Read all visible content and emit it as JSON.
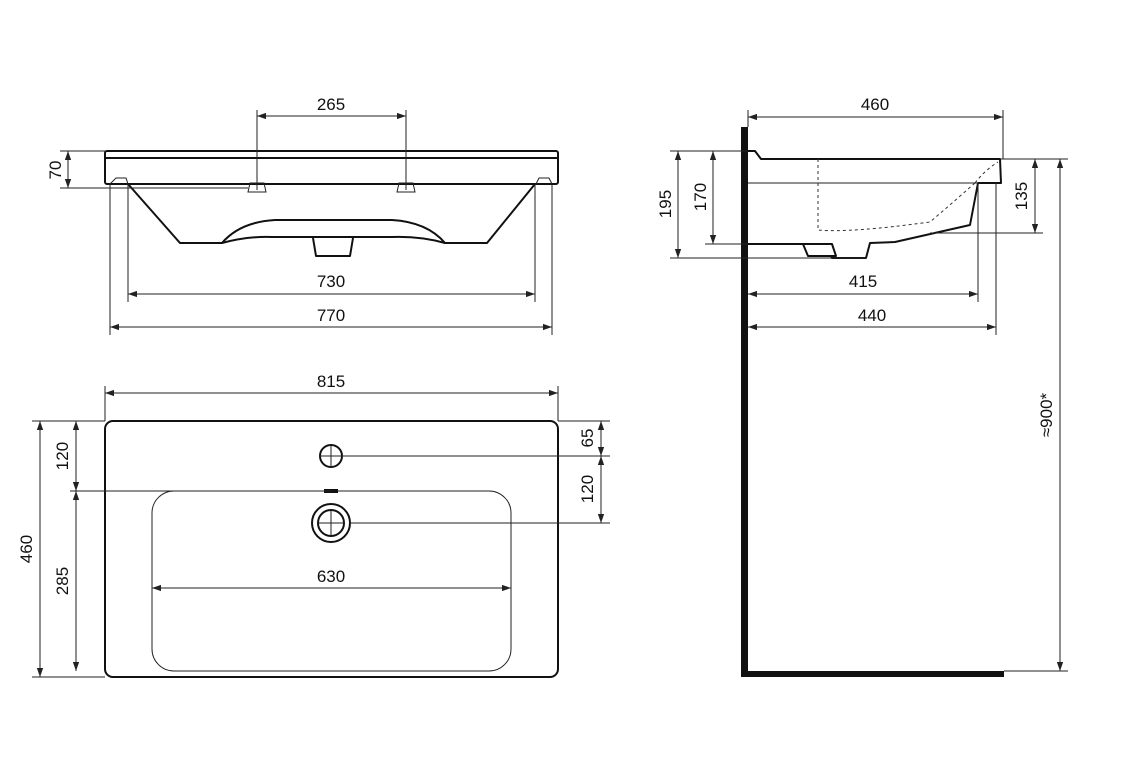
{
  "diagram": {
    "front_view": {
      "hole_spacing": "265",
      "rim_height": "70",
      "inner_width": "730",
      "overall_width_base": "770"
    },
    "top_view": {
      "overall_width": "815",
      "tap_hole_offset_top": "65",
      "tap_to_drain": "120",
      "rim_depth_to_bowl": "120",
      "overall_depth": "460",
      "bowl_depth": "285",
      "bowl_width": "630"
    },
    "side_view": {
      "overall_depth": "460",
      "total_height": "195",
      "basin_height": "170",
      "front_height": "135",
      "inner_depth": "415",
      "base_depth": "440",
      "mount_height": "≈900*"
    },
    "colors": {
      "line": "#111111",
      "background": "#ffffff"
    }
  }
}
